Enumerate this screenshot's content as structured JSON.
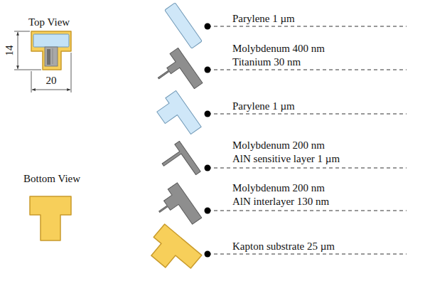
{
  "diagram": {
    "labels": [
      "Top View",
      "14",
      "20",
      "Bottom View",
      "Parylene 1 µm",
      "Molybdenum 400 nm",
      "Titanium 30 nm",
      "Parylene 1 µm",
      "Molybdenum 200 nm",
      "AlN sensitive layer 1 µm",
      "Molybdenum 200 nm",
      "AlN interlayer 130 nm",
      "Kapton substrate 25 µm"
    ]
  }
}
